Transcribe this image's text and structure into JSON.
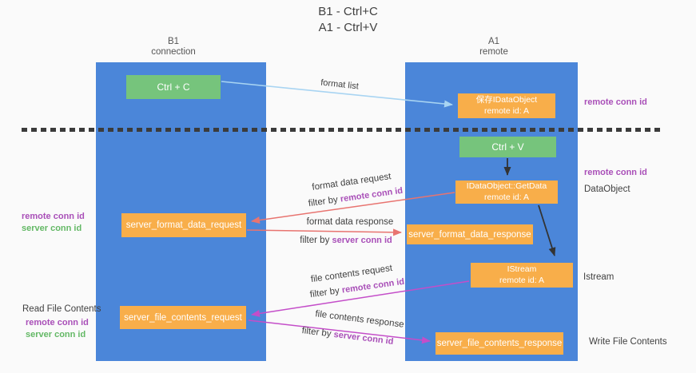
{
  "title": {
    "line1": "B1 - Ctrl+C",
    "line2": "A1 - Ctrl+V"
  },
  "lanes": {
    "left": {
      "title": "B1",
      "subtitle": "connection"
    },
    "right": {
      "title": "A1",
      "subtitle": "remote"
    }
  },
  "nodes": {
    "ctrl_c": {
      "label": "Ctrl + C"
    },
    "ctrl_v": {
      "label": "Ctrl + V"
    },
    "save_dataobject": {
      "line1": "保存IDataObject",
      "line2": "remote id: A"
    },
    "getdata": {
      "line1": "IDataObject::GetData",
      "line2": "remote id: A"
    },
    "istream": {
      "line1": "IStream",
      "line2": "remote id: A"
    },
    "server_format_data_request": {
      "label": "server_format_data_request"
    },
    "server_format_data_response": {
      "label": "server_format_data_response"
    },
    "server_file_contents_request": {
      "label": "server_file_contents_request"
    },
    "server_file_contents_response": {
      "label": "server_file_contents_response"
    }
  },
  "arrow_labels": {
    "format_list": "format list",
    "format_data_request": "format data request",
    "format_data_response": "format data response",
    "file_contents_request": "file contents request",
    "file_contents_response": "file contents response",
    "filter_by": "filter by"
  },
  "side_labels": {
    "remote_conn_id": "remote conn id",
    "server_conn_id": "server conn id",
    "dataobject": "DataObject",
    "istream": "Istream",
    "read_file_contents": "Read File Contents",
    "write_file_contents": "Write File Contents"
  },
  "colors": {
    "lane_blue": "#4b86d9",
    "node_orange": "#f8ae4a",
    "node_green": "#76c47c",
    "arrow_salmon": "#e87470",
    "arrow_magenta": "#c44ec9",
    "arrow_lightblue": "#a8d4f2",
    "arrow_black": "#333333",
    "text_purple": "#a94fb8",
    "text_green": "#63b865",
    "text_dark": "#3f3f3f"
  }
}
